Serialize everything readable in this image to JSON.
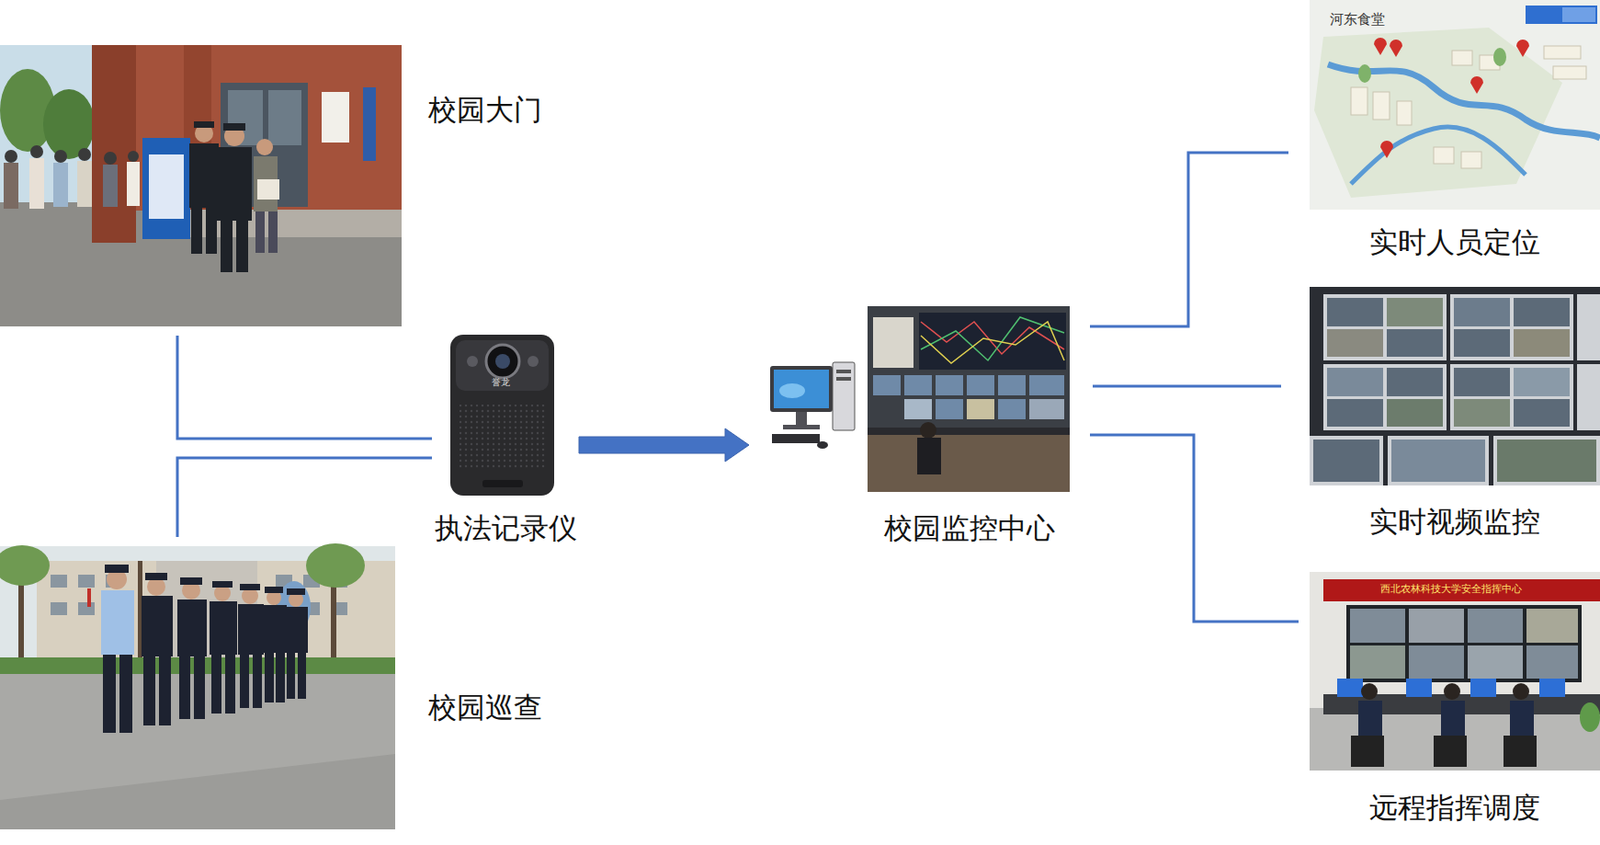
{
  "diagram": {
    "nodes": [
      {
        "text": [
          "校园大门"
        ]
      },
      {
        "text": [
          "校园巡查"
        ]
      },
      {
        "text": [
          "执法记录仪"
        ]
      },
      {
        "text": [
          "校园监控中心"
        ]
      },
      {
        "text": [
          "实时人员定位"
        ]
      },
      {
        "text": [
          "实时视频监控"
        ]
      },
      {
        "text": [
          "远程指挥调度"
        ]
      }
    ],
    "edges": [
      {
        "from": 0,
        "to": 2,
        "arrow": "none"
      },
      {
        "from": 1,
        "to": 2,
        "arrow": "none"
      },
      {
        "from": 2,
        "to": 3,
        "arrow": "to"
      },
      {
        "from": 3,
        "to": 4,
        "arrow": "none"
      },
      {
        "from": 3,
        "to": 5,
        "arrow": "none"
      },
      {
        "from": 3,
        "to": 6,
        "arrow": "none"
      }
    ],
    "labels": [
      "河东食堂",
      "誉龙",
      "西北农林科技大学安全指挥中心"
    ]
  }
}
